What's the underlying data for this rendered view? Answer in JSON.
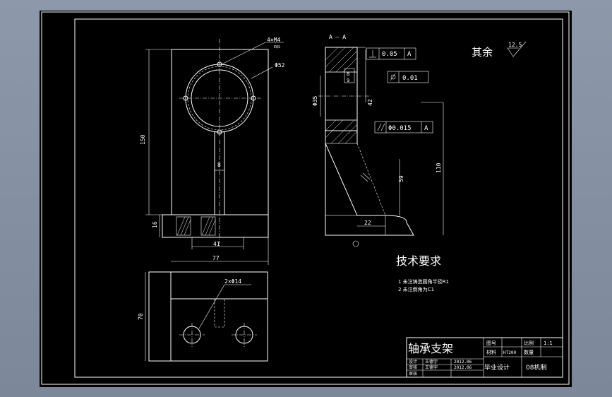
{
  "drawing": {
    "title": "轴承支架",
    "section_label": "A — A",
    "surface_finish_note": "其余",
    "surface_finish_value": "12.5",
    "tech_req_title": "技术要求",
    "tech_req_items": [
      "1 未注铸造圆角半径R1",
      "2 未注倒角为C1"
    ]
  },
  "dimensions": {
    "front_holes": "4×M4",
    "front_holes_depth": "EQS",
    "front_dia": "Φ52",
    "front_height": "150",
    "front_rib": "8",
    "front_base": "16",
    "front_base_width": "41",
    "front_overall_width": "77",
    "top_view_holes": "2×Φ14",
    "top_view_depth": "70",
    "section_bore": "Φ35",
    "section_height1": "42",
    "section_height2": "110",
    "section_rib": "59",
    "section_base": "22",
    "section_small1": "8",
    "section_small2": "9"
  },
  "tolerances": {
    "perp_value": "0.05",
    "perp_datum": "A",
    "cyl_value": "0.01",
    "par_value": "Φ0.015",
    "par_datum": "A"
  },
  "title_block": {
    "drawing_no_label": "图号",
    "scale_label": "比例",
    "scale_value": "1:1",
    "material_label": "材料",
    "material_value": "HT200",
    "qty_label": "数量",
    "design_label": "设计",
    "design_name": "王德宇",
    "design_date": "2012.06",
    "check_label": "审核",
    "check_name": "王德宇",
    "check_date": "2012.06",
    "approve_label": "审核",
    "project": "毕业设计",
    "class": "08机制"
  }
}
